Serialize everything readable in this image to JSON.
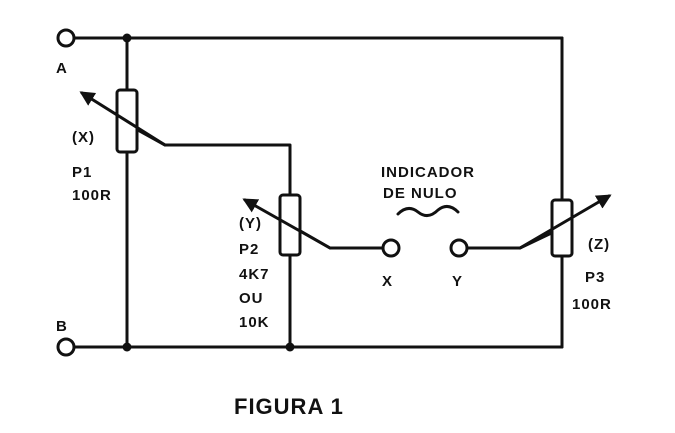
{
  "terminals": {
    "a": "A",
    "b": "B",
    "x": "X",
    "y": "Y"
  },
  "p1": {
    "tag": "(X)",
    "name": "P1",
    "value": "100R"
  },
  "p2": {
    "tag": "(Y)",
    "name": "P2",
    "value_1": "4K7",
    "value_2": "OU",
    "value_3": "10K"
  },
  "p3": {
    "tag": "(Z)",
    "name": "P3",
    "value": "100R"
  },
  "null_indicator": {
    "line_1": "INDICADOR",
    "line_2": "DE   NULO"
  },
  "caption": "FIGURA 1"
}
